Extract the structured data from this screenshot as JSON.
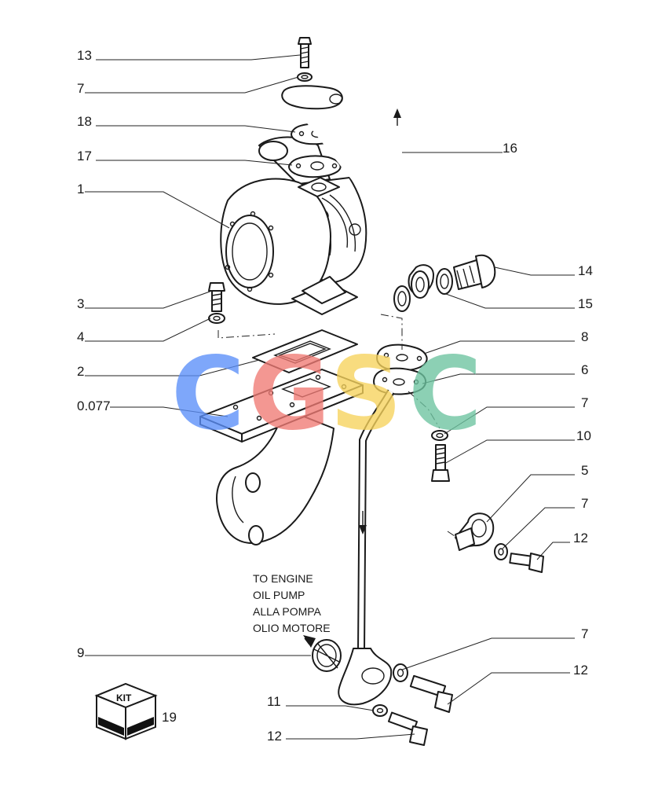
{
  "callouts": [
    {
      "id": "c13",
      "text": "13"
    },
    {
      "id": "c7a",
      "text": "7"
    },
    {
      "id": "c18",
      "text": "18"
    },
    {
      "id": "c17",
      "text": "17"
    },
    {
      "id": "c1",
      "text": "1"
    },
    {
      "id": "c3",
      "text": "3"
    },
    {
      "id": "c4",
      "text": "4"
    },
    {
      "id": "c2",
      "text": "2"
    },
    {
      "id": "c0077",
      "text": "0.077"
    },
    {
      "id": "c9",
      "text": "9"
    },
    {
      "id": "c11",
      "text": "11"
    },
    {
      "id": "c12a",
      "text": "12"
    },
    {
      "id": "c16",
      "text": "16"
    },
    {
      "id": "c14",
      "text": "14"
    },
    {
      "id": "c15",
      "text": "15"
    },
    {
      "id": "c8",
      "text": "8"
    },
    {
      "id": "c6",
      "text": "6"
    },
    {
      "id": "c7b",
      "text": "7"
    },
    {
      "id": "c10",
      "text": "10"
    },
    {
      "id": "c5",
      "text": "5"
    },
    {
      "id": "c7c",
      "text": "7"
    },
    {
      "id": "c12b",
      "text": "12"
    },
    {
      "id": "c7d",
      "text": "7"
    },
    {
      "id": "c12c",
      "text": "12"
    },
    {
      "id": "c19",
      "text": "19"
    }
  ],
  "note_lines": [
    "TO ENGINE",
    "OIL PUMP",
    "ALLA POMPA",
    "OLIO MOTORE"
  ],
  "kit_label": "KIT",
  "watermark": {
    "letters": [
      "C",
      "G",
      "S",
      "C"
    ],
    "colors": [
      "#5b8ff9",
      "#f07a74",
      "#f7d35c",
      "#6cc4a0"
    ]
  }
}
